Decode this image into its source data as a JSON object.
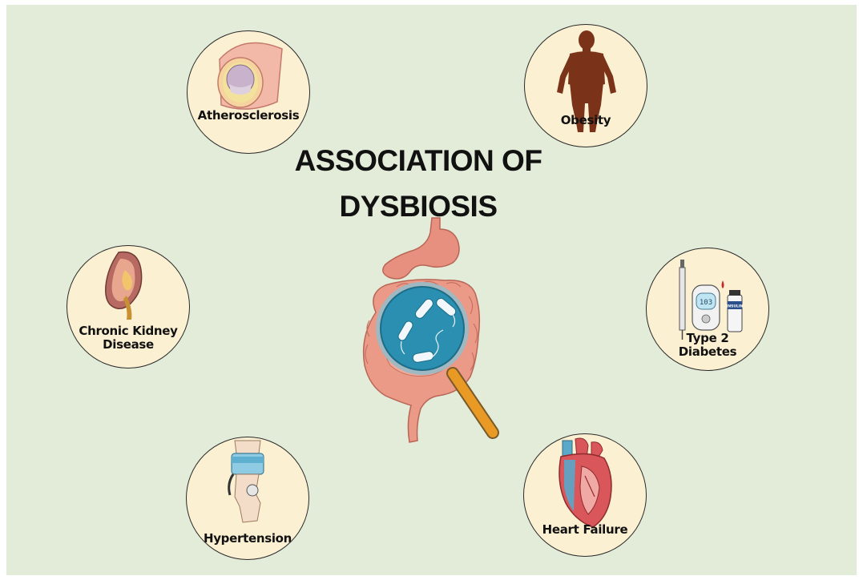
{
  "title": {
    "line1": "ASSOCIATION OF",
    "line2": "DYSBIOSIS"
  },
  "diseases": [
    {
      "lines": [
        "Atherosclerosis"
      ],
      "icon": "artery-plaque-icon"
    },
    {
      "lines": [
        "Obesity"
      ],
      "icon": "human-body-icon"
    },
    {
      "lines": [
        "Chronic Kidney",
        "Disease"
      ],
      "icon": "kidney-icon"
    },
    {
      "lines": [
        "Type 2",
        "Diabetes"
      ],
      "icon": "glucose-meter-icon"
    },
    {
      "lines": [
        "Hypertension"
      ],
      "icon": "blood-pressure-cuff-icon"
    },
    {
      "lines": [
        "Heart Failure"
      ],
      "icon": "heart-icon"
    }
  ],
  "center": {
    "icon": "gut-microbiota-magnifier-icon"
  },
  "meter": {
    "reading": "103",
    "vial_label": "INSULIN"
  },
  "colors": {
    "background": "#e3ecd8",
    "circle_fill": "#fcf0d3",
    "gut": "#e8907f",
    "lens": "#2a8fb0",
    "handle": "#e89a24"
  }
}
